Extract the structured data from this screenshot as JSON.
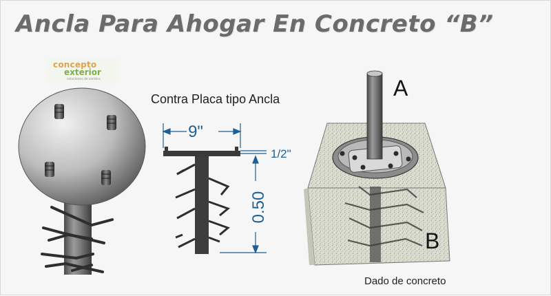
{
  "title": "Ancla Para Ahogar En Concreto “B”",
  "logo": {
    "line1": "concepto",
    "line2": "exterior",
    "line3": "soluciones de sombra"
  },
  "subtitle": "Contra Placa tipo Ancla",
  "dimensions": {
    "width": "9\"",
    "plate_thickness": "1/2\"",
    "depth": "0.50"
  },
  "labels": {
    "a": "A",
    "b": "B"
  },
  "caption": "Dado de concreto",
  "colors": {
    "title": "#6b6b6b",
    "dimension": "#1f5f93",
    "steel": "#3a3a3a"
  }
}
